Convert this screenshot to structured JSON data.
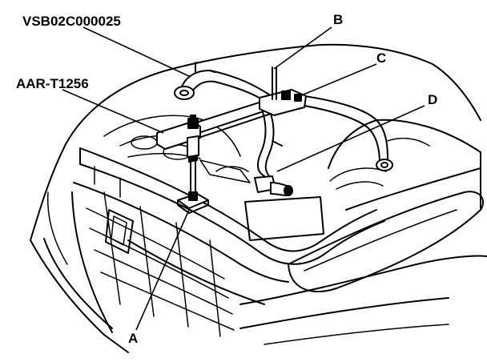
{
  "callouts": {
    "vsb_tool": "VSB02C000025",
    "aar_tool": "AAR-T1256",
    "a": "A",
    "b": "B",
    "c": "C",
    "d": "D"
  }
}
